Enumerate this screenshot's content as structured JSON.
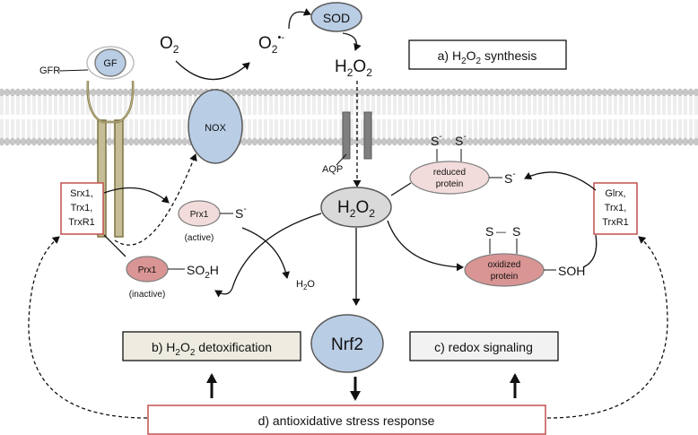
{
  "labels": {
    "gfr": "GFR",
    "gf": "GF",
    "o2_in": "O",
    "o2_in_sub": "2",
    "nox": "NOX",
    "superoxide": "O",
    "superoxide_sub": "2",
    "superoxide_sup": "•-",
    "sod": "SOD",
    "h2o2_top_h": "H",
    "h2o2_top_sub1": "2",
    "h2o2_top_o": "O",
    "h2o2_top_sub2": "2",
    "aqp": "AQP",
    "section_a_prefix": "a)  H",
    "section_a_sub1": "2",
    "section_a_o": "O",
    "section_a_sub2": "2",
    "section_a_suffix": " synthesis",
    "h2o2_center_h": "H",
    "h2o2_center_sub1": "2",
    "h2o2_center_o": "O",
    "h2o2_center_sub2": "2",
    "srx_box": [
      "Srx1,",
      "Trx1,",
      "TrxR1"
    ],
    "glrx_box": [
      "Glrx,",
      "Trx1,",
      "TrxR1"
    ],
    "prx1_active": "Prx1",
    "prx1_active_s": "S",
    "prx1_active_s_sup": "-",
    "active_label": "(active)",
    "prx1_inactive": "Prx1",
    "so2h_pre": "SO",
    "so2h_sub": "2",
    "so2h_post": "H",
    "inactive_label": "(inactive)",
    "water_h": "H",
    "water_sub": "2",
    "water_o": "O",
    "reduced_protein": [
      "reduced",
      "protein"
    ],
    "s_minus": "S",
    "s_minus_sup": "-",
    "oxidized_protein": [
      "oxidized",
      "protein"
    ],
    "soh": "SOH",
    "s_pair_left": "S",
    "s_pair_dash": "—",
    "s_pair_right": "S",
    "nrf2": "Nrf2",
    "section_b_prefix": "b) H",
    "section_b_sub1": "2",
    "section_b_o": "O",
    "section_b_sub2": "2",
    "section_b_suffix": " detoxification",
    "section_c": "c)  redox signaling",
    "section_d": "d)  antioxidative stress response"
  },
  "colors": {
    "membrane_lipid": "#c8c8c8",
    "membrane_tail": "#d4d4d4",
    "nox_fill": "#b9cde5",
    "nrf2_fill": "#b9cde5",
    "sod_fill": "#b9cde5",
    "h2o2_fill": "#d9d9d9",
    "receptor_fill": "#c4bd97",
    "receptor_stroke": "#7f7340",
    "aqp_fill": "#7f7f7f",
    "prx_active_fill": "#f2dcdb",
    "prx_inactive_fill": "#d99594",
    "reduced_fill": "#f2dcdb",
    "oxidized_fill": "#d99594",
    "red_box": "#c0504d",
    "detox_fill": "#eeece1"
  }
}
